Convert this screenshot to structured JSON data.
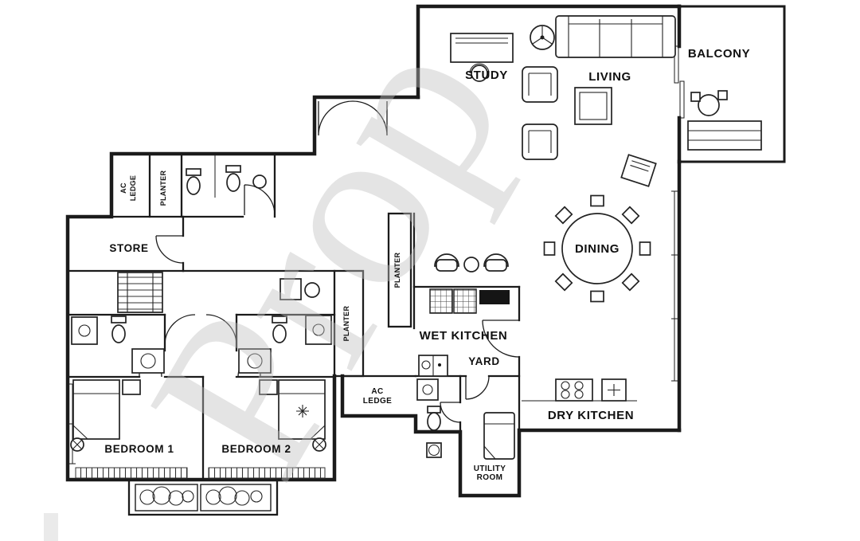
{
  "watermark": "Prop",
  "colors": {
    "ink": "#1b1b1b",
    "paper": "#ffffff",
    "watermark": "#bfbfbf"
  },
  "rooms": {
    "balcony": "BALCONY",
    "study": "STUDY",
    "living": "LIVING",
    "dining": "DINING",
    "wet_kitchen": "WET KITCHEN",
    "yard": "YARD",
    "dry_kitchen": "DRY KITCHEN",
    "utility_line1": "UTILITY",
    "utility_line2": "ROOM",
    "store": "STORE",
    "bedroom1": "BEDROOM 1",
    "bedroom2": "BEDROOM 2",
    "planter_left": "PLANTER",
    "planter_center_a": "PLANTER",
    "planter_center_b": "PLANTER",
    "ac_left_1": "AC",
    "ac_left_2": "LEDGE",
    "ac_center_1": "AC",
    "ac_center_2": "LEDGE"
  }
}
